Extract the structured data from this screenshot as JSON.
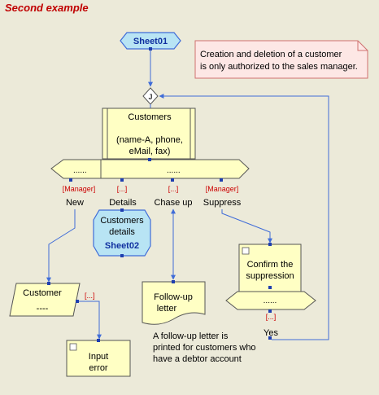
{
  "title": "Second example",
  "note": {
    "line1": "Creation and deletion of a customer",
    "line2": "is only authorized to the sales manager."
  },
  "sheet01": "Sheet01",
  "junction": "J",
  "customers": {
    "title": "Customers",
    "line1": "(name-A, phone,",
    "line2": "eMail, fax)"
  },
  "bar": {
    "left": "......",
    "right": "......"
  },
  "actions": [
    {
      "role": "[Manager]",
      "label": "New"
    },
    {
      "role": "[...]",
      "label": "Details"
    },
    {
      "role": "[...]",
      "label": "Chase up"
    },
    {
      "role": "[Manager]",
      "label": "Suppress"
    }
  ],
  "customers_details": {
    "line1": "Customers",
    "line2": "details",
    "sheet": "Sheet02"
  },
  "customer_box": {
    "title": "Customer",
    "value": "----"
  },
  "input_error": {
    "role": "[...]",
    "line1": "Input",
    "line2": "error"
  },
  "followup_doc": {
    "line1": "Follow-up",
    "line2": "letter"
  },
  "followup_note": {
    "line1": "A follow-up letter is",
    "line2": "printed for customers who",
    "line3": "have a debtor account"
  },
  "confirm": {
    "line1": "Confirm the",
    "line2": "suppression",
    "bar": "......",
    "role": "[...]",
    "answer": "Yes"
  },
  "colors": {
    "background": "#ECEAD9",
    "title": "#C00000",
    "box_fill": "#FFFFC4",
    "sheet_fill": "#B8E4F4",
    "note_fill": "#FDE7E5",
    "role_red": "#CC0000",
    "arrow_blue": "#3F6CD8"
  }
}
